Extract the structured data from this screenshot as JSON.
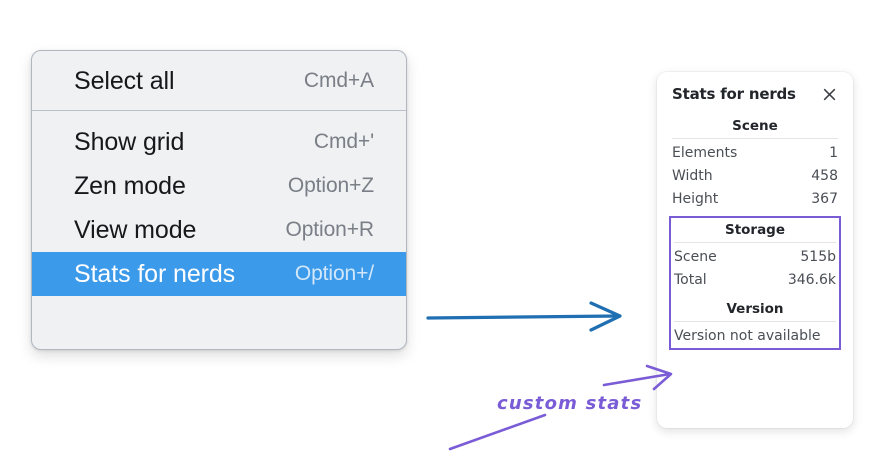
{
  "context_menu": {
    "name": "canvas-context-menu",
    "groups": [
      {
        "items": [
          {
            "label": "Select all",
            "shortcut": "Cmd+A",
            "selected": false
          }
        ]
      },
      {
        "items": [
          {
            "label": "Show grid",
            "shortcut": "Cmd+'",
            "selected": false
          },
          {
            "label": "Zen mode",
            "shortcut": "Option+Z",
            "selected": false
          },
          {
            "label": "View mode",
            "shortcut": "Option+R",
            "selected": false
          },
          {
            "label": "Stats for nerds",
            "shortcut": "Option+/",
            "selected": true
          }
        ]
      }
    ]
  },
  "stats_panel": {
    "title": "Stats for nerds",
    "close_icon": "close-icon",
    "sections": [
      {
        "heading": "Scene",
        "rows": [
          {
            "label": "Elements",
            "value": "1"
          },
          {
            "label": "Width",
            "value": "458"
          },
          {
            "label": "Height",
            "value": "367"
          }
        ]
      },
      {
        "heading": "Storage",
        "rows": [
          {
            "label": "Scene",
            "value": "515b"
          },
          {
            "label": "Total",
            "value": "346.6k"
          }
        ]
      },
      {
        "heading": "Version",
        "single_value": "Version not available"
      }
    ]
  },
  "annotations": {
    "label": "custom stats",
    "blue_arrow": "arrow-right-icon",
    "purple_arrow": "arrow-pointer-icon"
  },
  "colors": {
    "menu_background": "#f0f1f3",
    "menu_border": "#b0b7bf",
    "selection_blue": "#3c9aea",
    "annotation_purple": "#7a5cd6",
    "annotation_blue": "#1f6fb2",
    "panel_background": "#ffffff",
    "text_primary": "#16181c",
    "text_muted": "#7a7f87"
  }
}
